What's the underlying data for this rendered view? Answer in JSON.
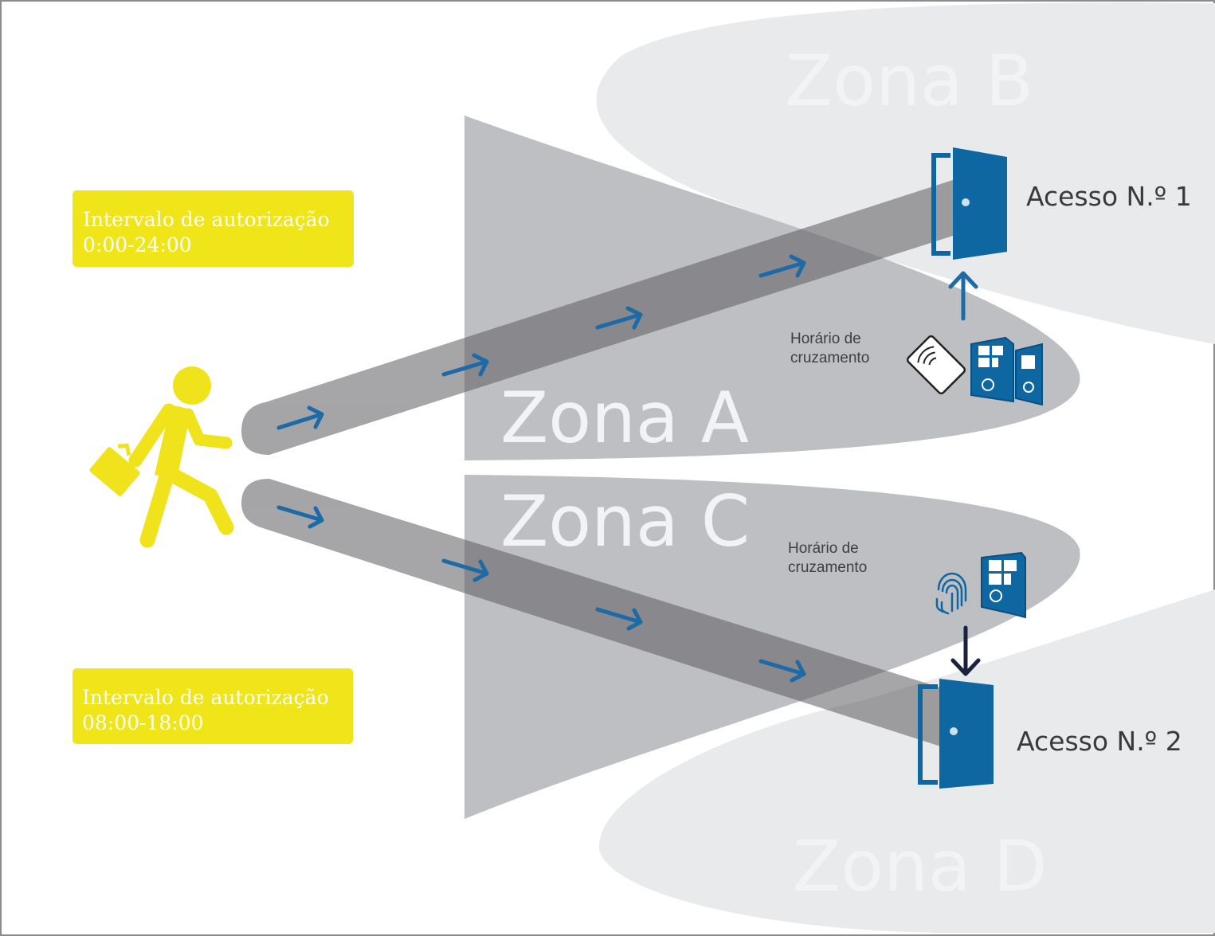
{
  "zones": {
    "a": "Zona A",
    "b": "Zona B",
    "c": "Zona C",
    "d": "Zona D"
  },
  "accesses": {
    "one": "Acesso N.º 1",
    "two": "Acesso N.º 2"
  },
  "crossing_time": {
    "top": [
      "Horário de",
      "cruzamento"
    ],
    "bottom": [
      "Horário de",
      "cruzamento"
    ]
  },
  "authorization": {
    "top": [
      "Intervalo de autorização",
      "0:00-24:00"
    ],
    "bottom": [
      "Intervalo de autorização",
      "08:00-18:00"
    ]
  },
  "colors": {
    "door_blue": "#0f67a1",
    "arrow_blue": "#1d6aa6",
    "person_yellow": "#f1e31b",
    "box_yellow": "#f0e518",
    "zone_grey": "#bfc0c4",
    "zone_light": "#e8e9eb",
    "path_grey": "#9a9a9d"
  },
  "icons": [
    "walking-person-icon",
    "rfid-card-icon",
    "access-terminal-icon",
    "fingerprint-icon",
    "door-icon"
  ]
}
